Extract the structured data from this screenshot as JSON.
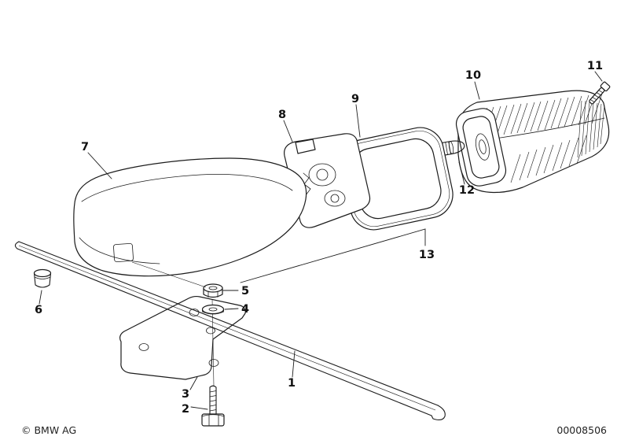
{
  "colors": {
    "background": "#ffffff",
    "line": "#1c1c1c"
  },
  "labels": {
    "p1": "1",
    "p2": "2",
    "p3": "3",
    "p4": "4",
    "p5": "5",
    "p6": "6",
    "p7": "7",
    "p8": "8",
    "p9": "9",
    "p10": "10",
    "p11": "11",
    "p12": "12",
    "p13": "13"
  },
  "footer": {
    "copyright": "© BMW AG",
    "document_number": "00008506"
  }
}
